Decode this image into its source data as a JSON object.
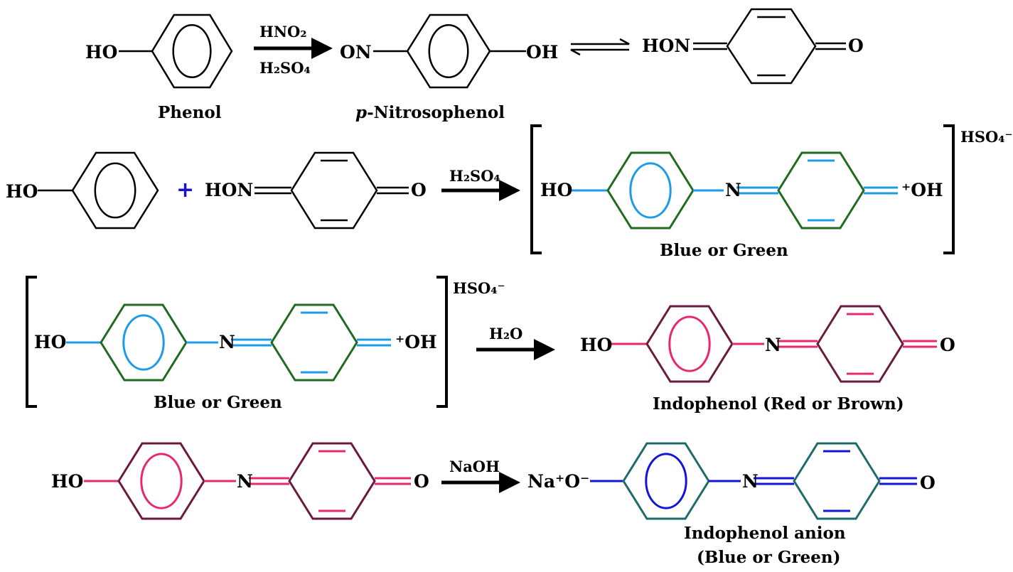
{
  "title": "Indophenol reaction scheme (Liebermann test for phenol)",
  "colors": {
    "black": "#000000",
    "blue_green_ring": "#1f6b1f",
    "blue_green_bond": "#1e9be6",
    "red_ring": "#6b1a3f",
    "red_bond": "#e8286e",
    "anion_ring": "#1f6b6b",
    "anion_bond": "#1414d6",
    "plus_sign": "#1414d6"
  },
  "row1": {
    "phenol_substituent": "HO",
    "phenol_name": "Phenol",
    "reagent_top": "HNO₂",
    "reagent_bottom": "H₂SO₄",
    "nitroso_left": "ON",
    "nitroso_right": "OH",
    "nitroso_name_italic": "p",
    "nitroso_name_rest": "-Nitrosophenol",
    "tautomer_left": "HON",
    "tautomer_right": "O"
  },
  "row2": {
    "phenol_substituent": "HO",
    "plus": "+",
    "oxime_left": "HON",
    "oxime_right": "O",
    "reagent": "H₂SO₄",
    "product_left": "HO",
    "product_bridge": "N",
    "product_right": "⁺OH",
    "counter_ion": "HSO₄⁻",
    "product_name": "Blue or Green"
  },
  "row3": {
    "reactant_left": "HO",
    "reactant_bridge": "N",
    "reactant_right": "⁺OH",
    "counter_ion": "HSO₄⁻",
    "reactant_name": "Blue or Green",
    "reagent": "H₂O",
    "product_left": "HO",
    "product_bridge": "N",
    "product_right": "O",
    "product_name": "Indophenol (Red or Brown)"
  },
  "row4": {
    "reactant_left": "HO",
    "reactant_bridge": "N",
    "reactant_right": "O",
    "reagent": "NaOH",
    "product_left": "Na⁺O⁻",
    "product_bridge": "N",
    "product_right": "O",
    "product_name_line1": "Indophenol anion",
    "product_name_line2": "(Blue or Green)"
  }
}
